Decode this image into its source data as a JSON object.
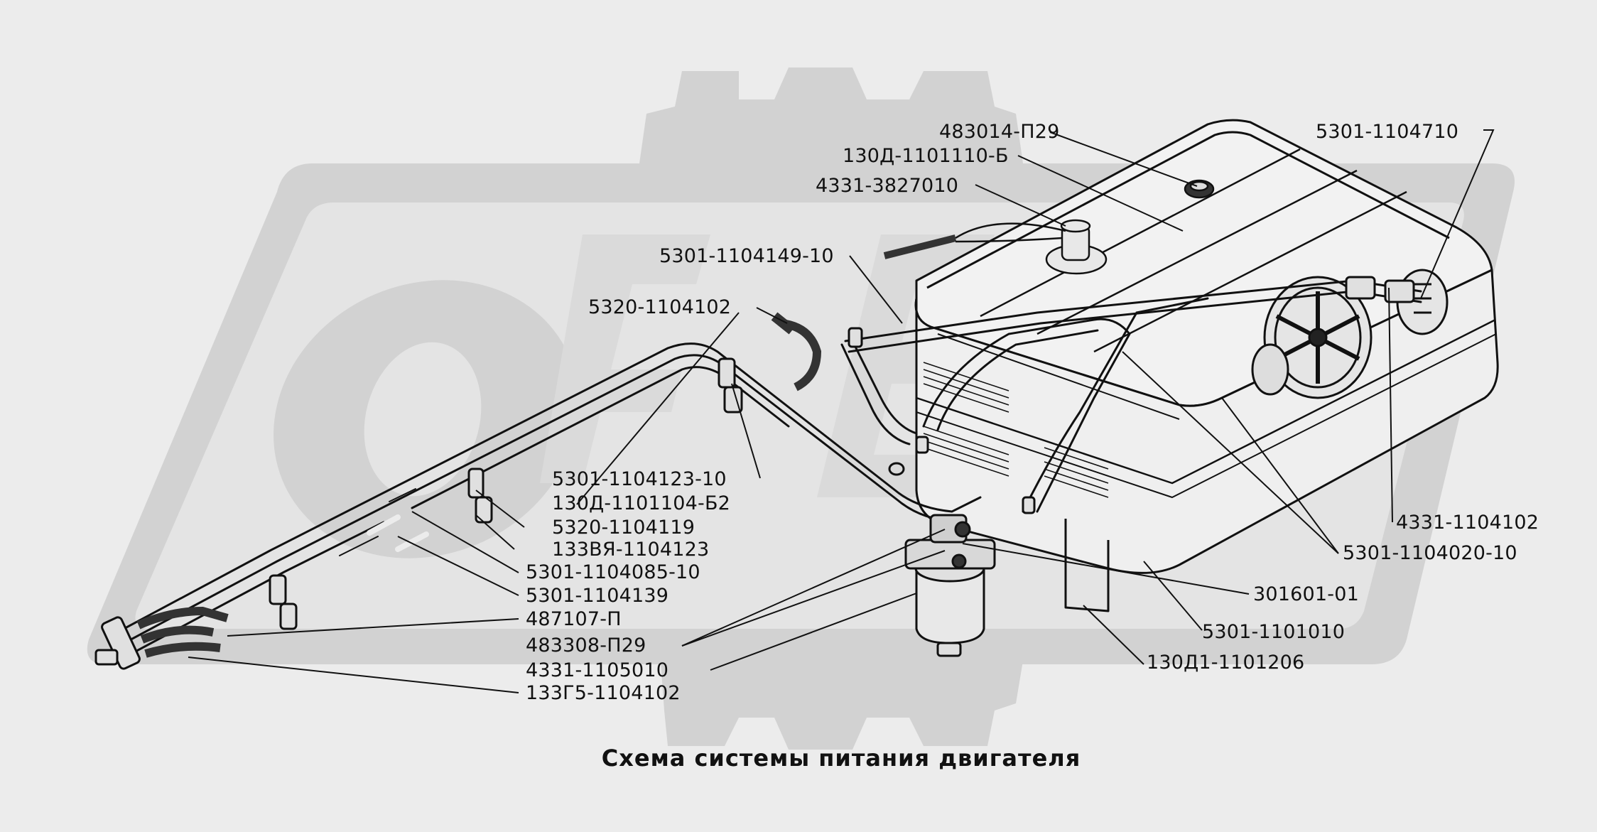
{
  "caption": "Схема системы питания двигателя",
  "watermark_logo_text": "ОРЕХ",
  "callouts": [
    {
      "id": "483014-p29",
      "text": "483014-П29"
    },
    {
      "id": "130d-1101110-b",
      "text": "130Д-1101110-Б"
    },
    {
      "id": "4331-3827010",
      "text": "4331-3827010"
    },
    {
      "id": "5301-1104710",
      "text": "5301-1104710"
    },
    {
      "id": "5301-1104149-10",
      "text": "5301-1104149-10"
    },
    {
      "id": "5320-1104102",
      "text": "5320-1104102"
    },
    {
      "id": "5301-1104123-10",
      "text": "5301-1104123-10"
    },
    {
      "id": "130d-1101104-b2",
      "text": "130Д-1101104-Б2"
    },
    {
      "id": "5320-1104119",
      "text": "5320-1104119"
    },
    {
      "id": "133vya-1104123",
      "text": "133ВЯ-1104123"
    },
    {
      "id": "5301-1104085-10",
      "text": "5301-1104085-10"
    },
    {
      "id": "5301-1104139",
      "text": "5301-1104139"
    },
    {
      "id": "487107-p",
      "text": "487107-П"
    },
    {
      "id": "483308-p29",
      "text": "483308-П29"
    },
    {
      "id": "4331-1105010",
      "text": "4331-1105010"
    },
    {
      "id": "133g5-1104102",
      "text": "133Г5-1104102"
    },
    {
      "id": "4331-1104102",
      "text": "4331-1104102"
    },
    {
      "id": "5301-1104020-10",
      "text": "5301-1104020-10"
    },
    {
      "id": "301601-01",
      "text": "301601-01"
    },
    {
      "id": "5301-1101010",
      "text": "5301-1101010"
    },
    {
      "id": "130d1-1101206",
      "text": "130Д1-1101206"
    }
  ],
  "colors": {
    "background": "#ececec",
    "watermark": "#d2d2d2",
    "ink": "#111111"
  }
}
